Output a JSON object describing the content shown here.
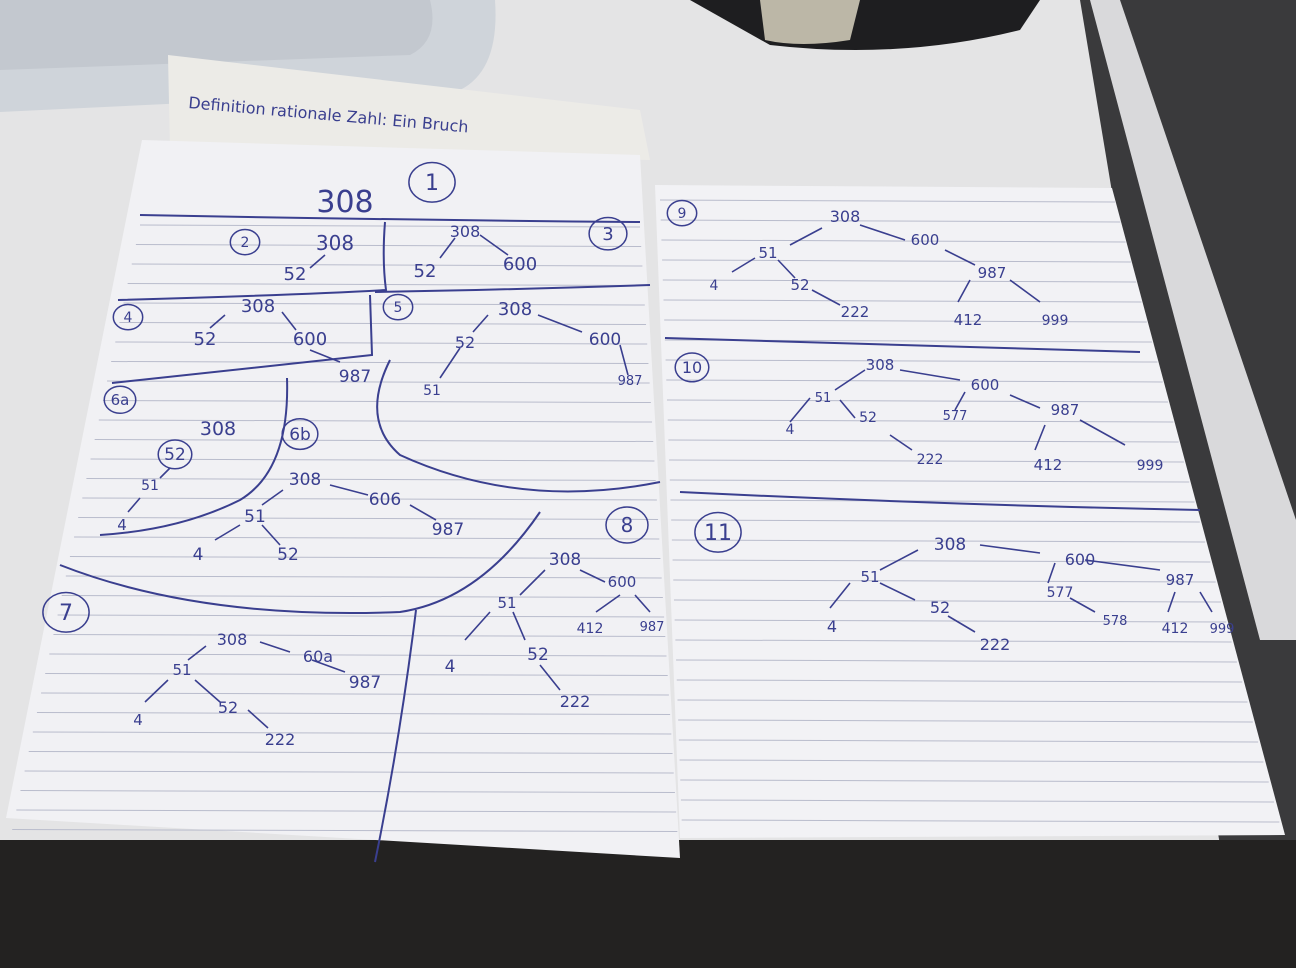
{
  "background_note": {
    "text": "Definition rationale Zahl: Ein Bruch"
  },
  "left_sheet": {
    "panels": [
      {
        "label": "1",
        "nodes": [
          "308"
        ]
      },
      {
        "label": "2",
        "nodes": [
          "308",
          "52"
        ]
      },
      {
        "label": "3",
        "nodes": [
          "308",
          "52",
          "600"
        ]
      },
      {
        "label": "4",
        "nodes": [
          "308",
          "52",
          "600",
          "987"
        ]
      },
      {
        "label": "5",
        "nodes": [
          "308",
          "52",
          "600",
          "51",
          "987"
        ]
      },
      {
        "label": "6a",
        "nodes": [
          "308",
          "52",
          "51",
          "4"
        ]
      },
      {
        "label": "6b",
        "nodes": [
          "308",
          "51",
          "606",
          "987",
          "4",
          "52"
        ]
      },
      {
        "label": "7",
        "nodes": [
          "308",
          "51",
          "60a",
          "987",
          "4",
          "52",
          "222"
        ]
      },
      {
        "label": "8",
        "nodes": [
          "308",
          "51",
          "600",
          "4",
          "52",
          "412",
          "987",
          "222"
        ]
      }
    ]
  },
  "right_sheet": {
    "panels": [
      {
        "label": "9",
        "nodes": [
          "308",
          "51",
          "600",
          "4",
          "52",
          "987",
          "222",
          "412",
          "999"
        ]
      },
      {
        "label": "10",
        "nodes": [
          "308",
          "51",
          "600",
          "4",
          "52",
          "577",
          "987",
          "222",
          "412",
          "999"
        ]
      },
      {
        "label": "11",
        "nodes": [
          "308",
          "51",
          "600",
          "4",
          "52",
          "577",
          "987",
          "222",
          "578",
          "412",
          "999"
        ]
      }
    ]
  },
  "colors": {
    "ink": "#3a3f8f",
    "paper": "#f4f4f7",
    "ruled_line": "#b9bccc",
    "desk": "#e9e9ea",
    "laptop": "#cfd3d9"
  }
}
